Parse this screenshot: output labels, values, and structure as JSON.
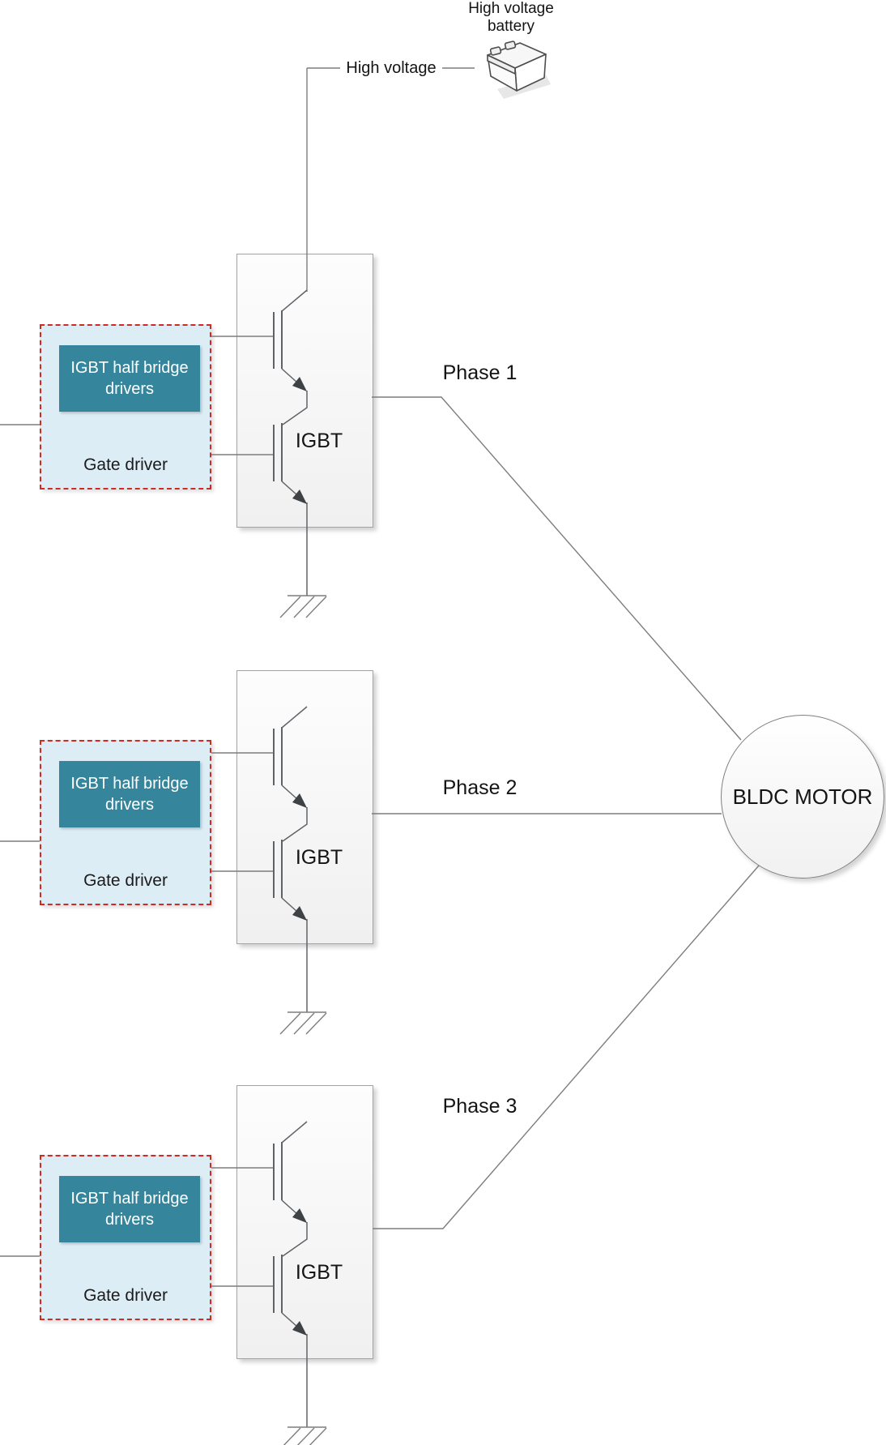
{
  "battery": {
    "label": "High voltage battery"
  },
  "bus": {
    "label": "High voltage"
  },
  "motor": {
    "label": "BLDC MOTOR"
  },
  "phases": [
    {
      "label": "Phase 1",
      "igbt_label": "IGBT",
      "driver_label": "IGBT half bridge drivers",
      "gate_label": "Gate driver"
    },
    {
      "label": "Phase 2",
      "igbt_label": "IGBT",
      "driver_label": "IGBT half bridge drivers",
      "gate_label": "Gate driver"
    },
    {
      "label": "Phase 3",
      "igbt_label": "IGBT",
      "driver_label": "IGBT half bridge drivers",
      "gate_label": "Gate driver"
    }
  ],
  "colors": {
    "driver_teal": "#35869c",
    "gate_box_fill": "#ddedf6",
    "gate_box_dash": "#cf2a24",
    "wire_gray": "#7d7d7d",
    "symbol_gray": "#5f6368",
    "arrow_dark": "#3f4245"
  }
}
